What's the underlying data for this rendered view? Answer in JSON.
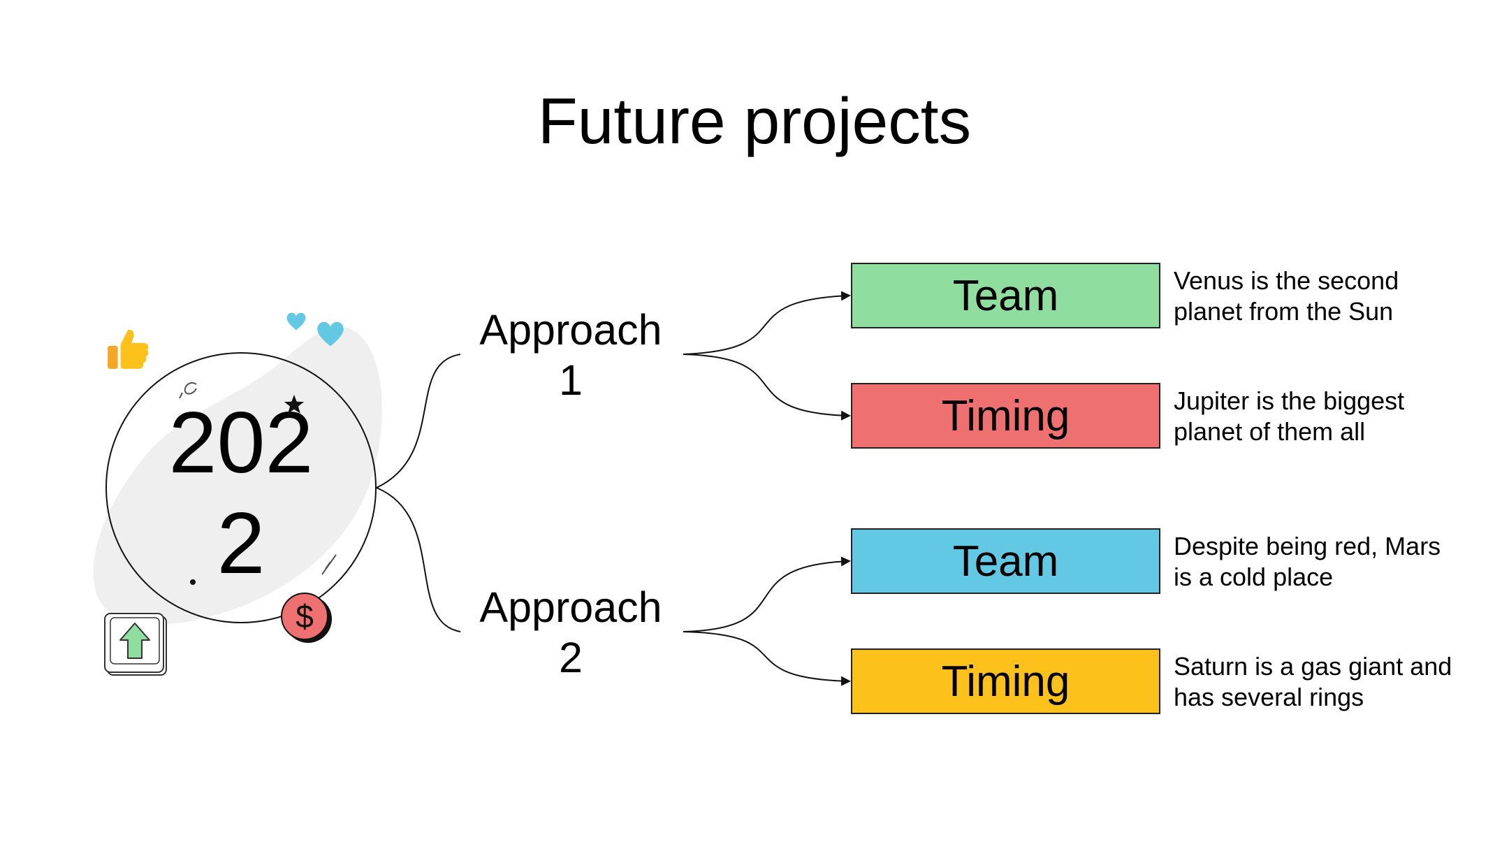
{
  "title": "Future projects",
  "year": "2022",
  "approaches": [
    {
      "label": "Approach 1"
    },
    {
      "label": "Approach 2"
    }
  ],
  "items": [
    {
      "label": "Team",
      "color": "#8FDE9F",
      "description": "Venus is the second planet from the Sun"
    },
    {
      "label": "Timing",
      "color": "#EE7070",
      "description": "Jupiter is the biggest planet of them all"
    },
    {
      "label": "Team",
      "color": "#63C8E3",
      "description": "Despite being red, Mars is a cold place"
    },
    {
      "label": "Timing",
      "color": "#FCC21B",
      "description": "Saturn is a gas giant and has several rings"
    }
  ],
  "icons": {
    "thumbs_up": {
      "name": "thumbs-up-icon",
      "color": "#FCC21B"
    },
    "hearts": {
      "name": "heart-icon",
      "color": "#63C8E3"
    },
    "dollar_coin": {
      "name": "dollar-coin-icon",
      "color": "#EE7070",
      "symbol": "$"
    },
    "up_key": {
      "name": "up-arrow-key-icon",
      "color": "#8FDE9F"
    },
    "star": {
      "name": "star-icon"
    }
  }
}
